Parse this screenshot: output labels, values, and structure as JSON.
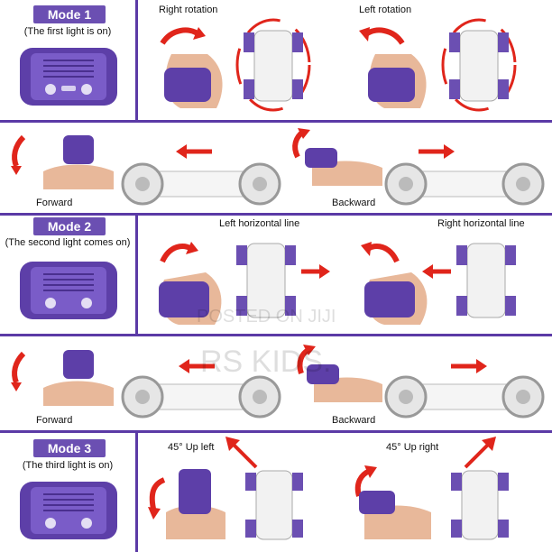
{
  "modes": [
    {
      "badge": "Mode 1",
      "subtitle": "(The first light is on)"
    },
    {
      "badge": "Mode 2",
      "subtitle": "(The second light comes on)"
    },
    {
      "badge": "Mode 3",
      "subtitle": "(The third light is on)"
    }
  ],
  "labels": {
    "right_rotation": "Right rotation",
    "left_rotation": "Left rotation",
    "forward_1": "Forward",
    "backward_1": "Backward",
    "left_horizontal": "Left horizontal line",
    "right_horizontal": "Right horizontal line",
    "forward_2": "Forward",
    "backward_2": "Backward",
    "up_left": "45° Up left",
    "up_right": "45° Up right"
  },
  "watermark": {
    "line1": "POSTED ON JIJI",
    "line2": "RS KIDS."
  },
  "colors": {
    "purple": "#6b4fb2",
    "arrow_red": "#e0251b",
    "divider": "#5b3aa6"
  }
}
